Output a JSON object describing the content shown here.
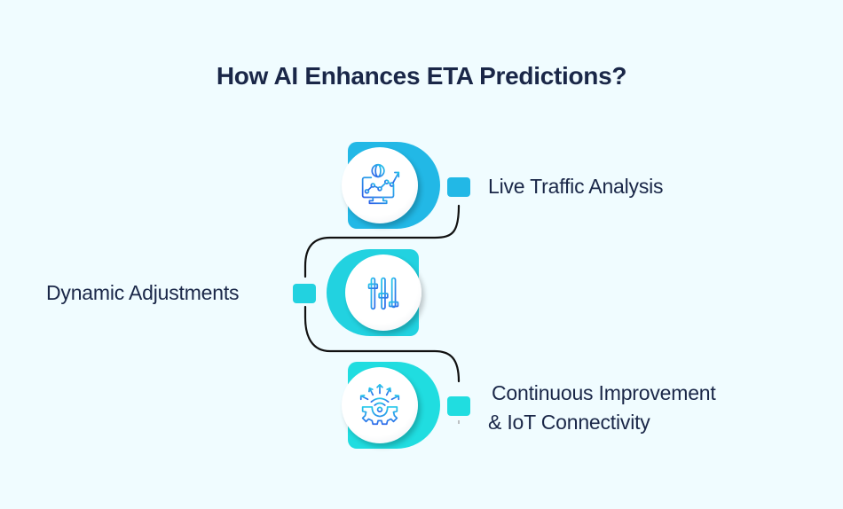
{
  "title": "How AI Enhances ETA Predictions?",
  "colors": {
    "background": "#f0fcff",
    "title_text": "#1a2748",
    "step1_accent": "#22b8e6",
    "step2_accent": "#22d2e0",
    "step3_accent": "#20dde0",
    "connector": "#111111",
    "icon_blue": "#2f6bea",
    "icon_cyan": "#25c8ea"
  },
  "steps": [
    {
      "id": 1,
      "label": "Live Traffic Analysis",
      "icon": "monitor-globe-chart-icon",
      "side": "right"
    },
    {
      "id": 2,
      "label": "Dynamic Adjustments",
      "icon": "sliders-icon",
      "side": "left"
    },
    {
      "id": 3,
      "label_line1": "Continuous Improvement",
      "label_line2": "& IoT Connectivity",
      "icon": "gear-wifi-arrows-icon",
      "side": "right"
    }
  ]
}
